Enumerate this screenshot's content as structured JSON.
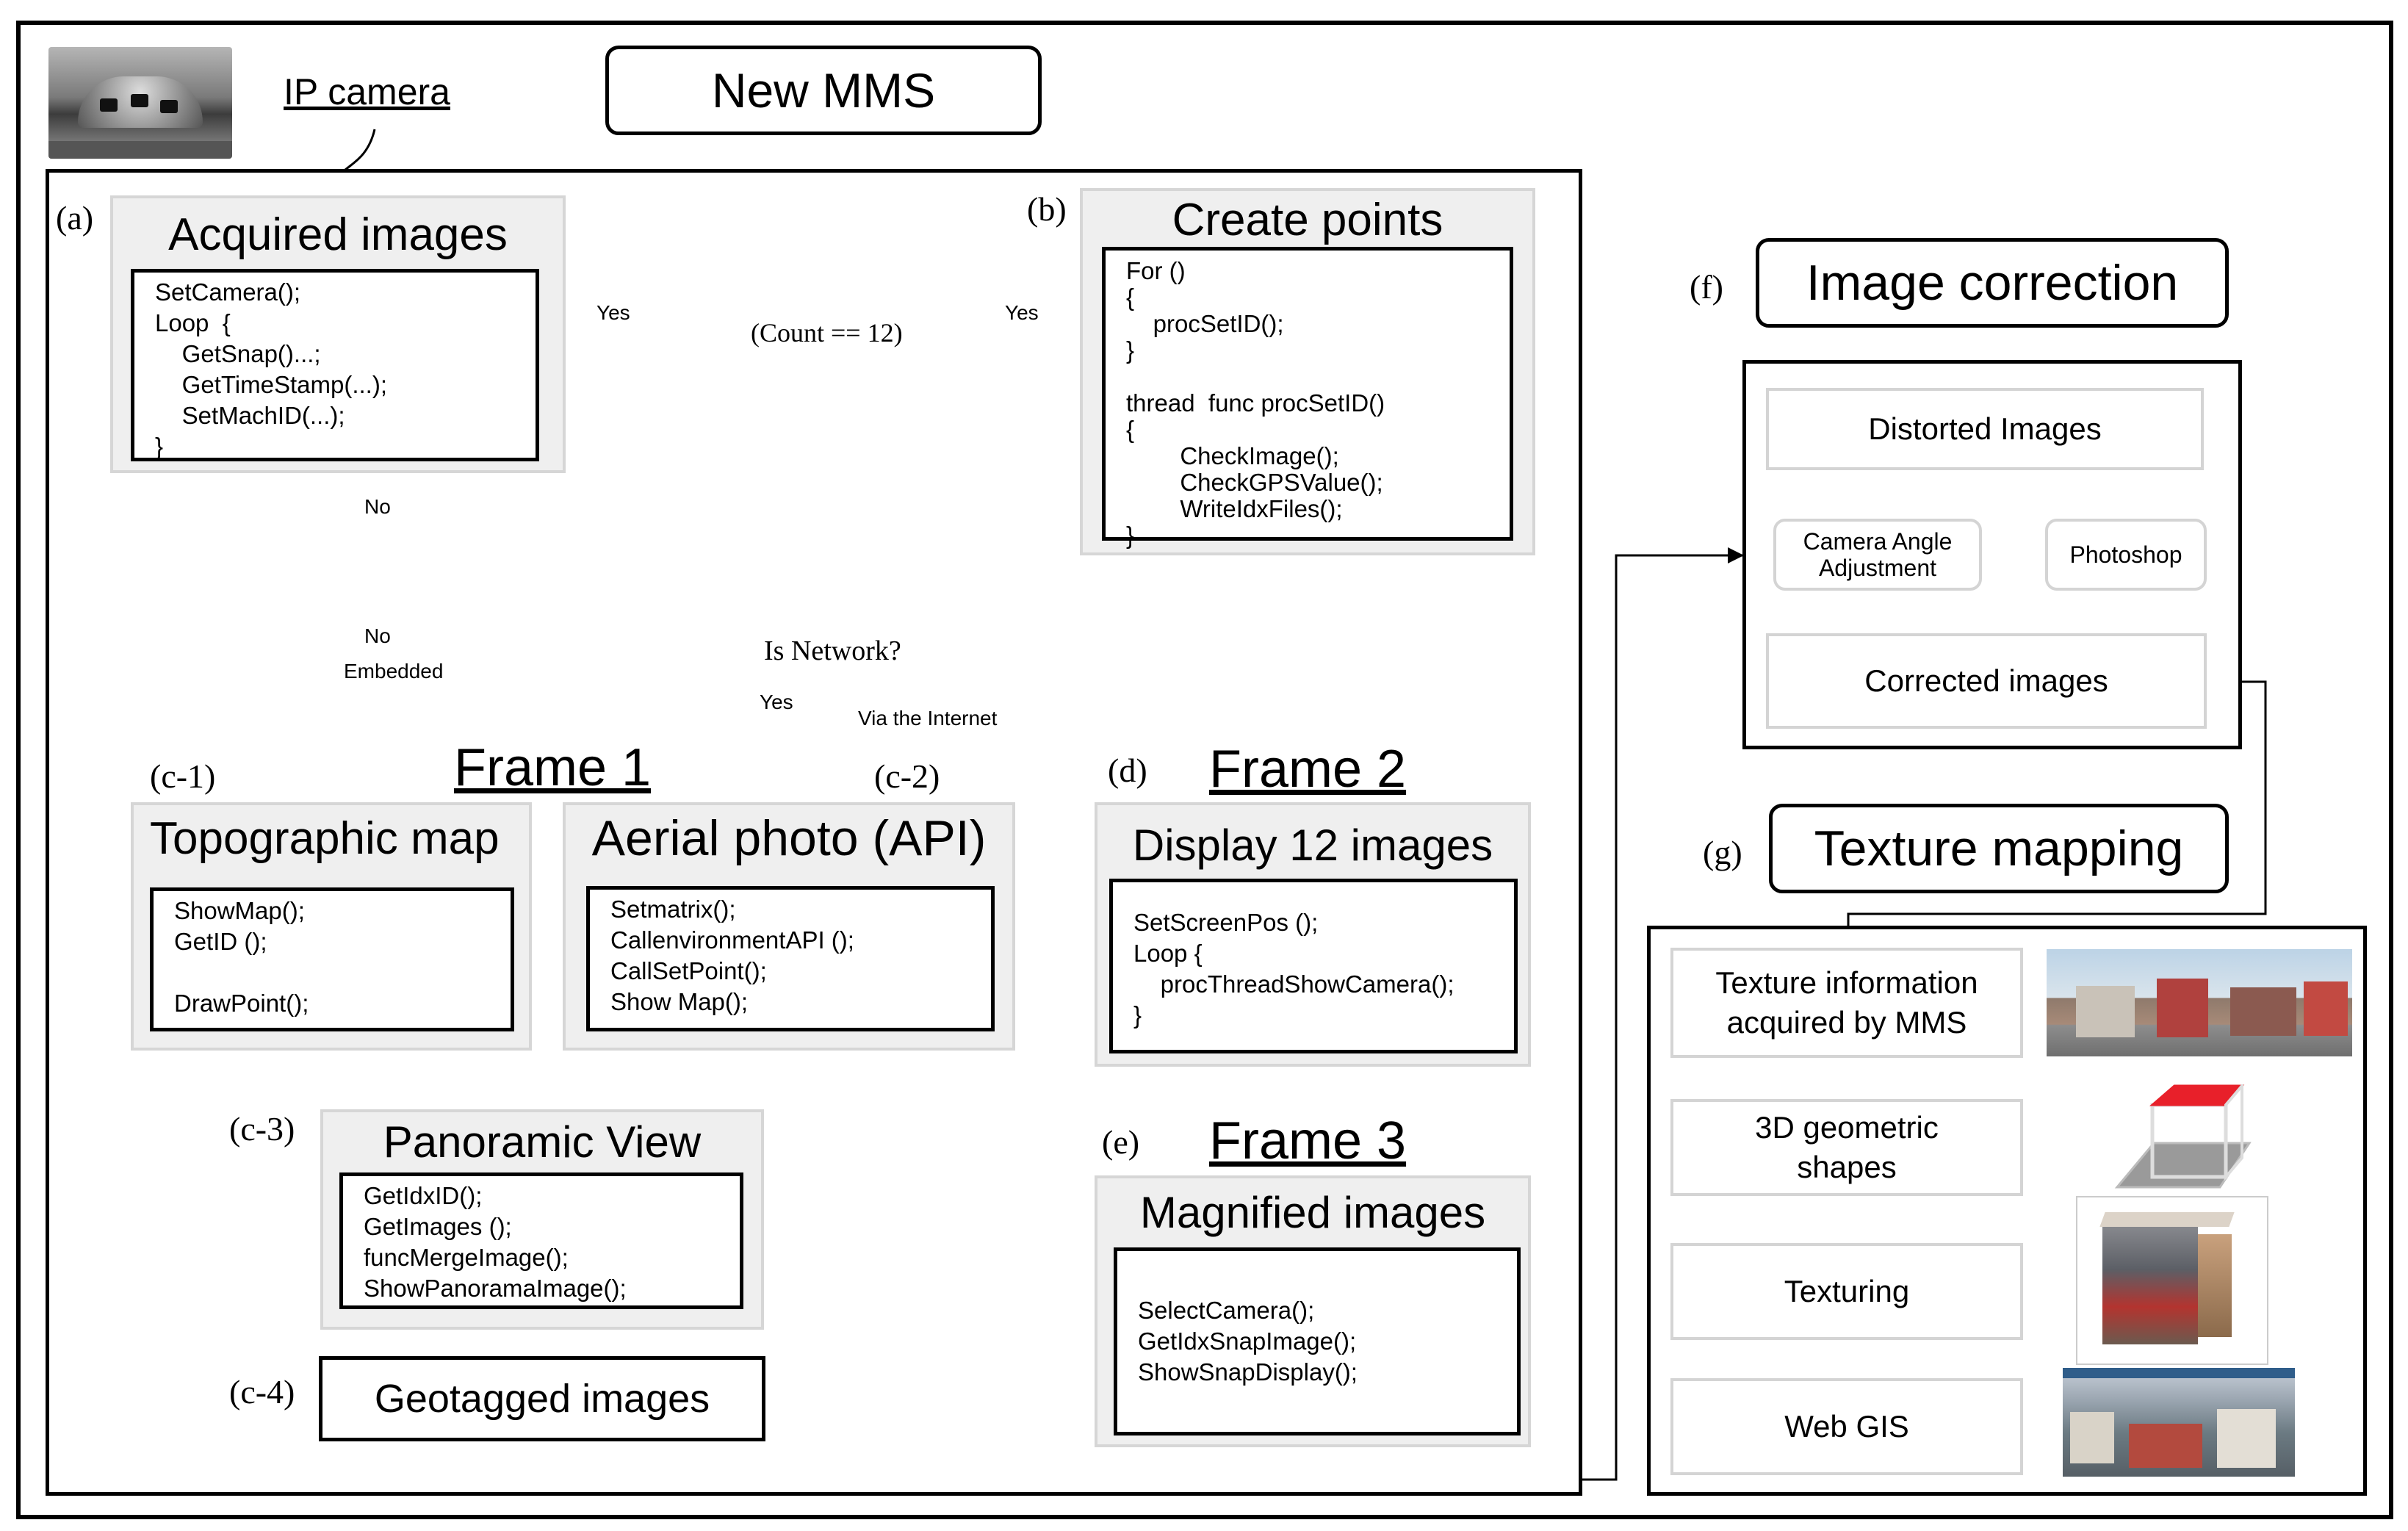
{
  "header": {
    "camera_label": "IP camera",
    "title": "New MMS"
  },
  "a": {
    "tag": "(a)",
    "title": "Acquired images",
    "code": "SetCamera();\nLoop  {\n    GetSnap()...;\n    GetTimeStamp(...);\n    SetMachID(...);\n}"
  },
  "decision_count": "(Count == 12)",
  "yes1": "Yes",
  "yes2": "Yes",
  "no1": "No",
  "b": {
    "tag": "(b)",
    "title": "Create points",
    "code": "For ()\n{\n    procSetID();\n}\n\nthread  func procSetID()\n{\n        CheckImage();\n        CheckGPSValue();\n        WriteIdxFiles();\n}"
  },
  "decision_network": "Is Network?",
  "no2": "No",
  "embedded": "Embedded",
  "yes3": "Yes",
  "via_internet": "Via the Internet",
  "frame1": "Frame 1",
  "c1": {
    "tag": "(c-1)",
    "title": "Topographic map",
    "code": "ShowMap();\nGetID ();\n\nDrawPoint();"
  },
  "c2": {
    "tag": "(c-2)",
    "title": "Aerial photo (API)",
    "code": "Setmatrix();\nCallenvironmentAPI ();\nCallSetPoint();\nShow Map();"
  },
  "c3": {
    "tag": "(c-3)",
    "title": "Panoramic View",
    "code": "GetIdxID();\nGetImages ();\nfuncMergeImage();\nShowPanoramaImage();"
  },
  "c4": {
    "tag": "(c-4)",
    "title": "Geotagged images"
  },
  "d": {
    "tag": "(d)",
    "frame": "Frame 2",
    "title": "Display 12 images",
    "code": "SetScreenPos ();\nLoop {\n    procThreadShowCamera();\n}"
  },
  "e": {
    "tag": "(e)",
    "frame": "Frame 3",
    "title": "Magnified images",
    "code": "SelectCamera();\nGetIdxSnapImage();\nShowSnapDisplay();"
  },
  "f": {
    "tag": "(f)",
    "title": "Image correction",
    "distorted": "Distorted Images",
    "camera_angle": "Camera Angle\nAdjustment",
    "photoshop": "Photoshop",
    "corrected": "Corrected images"
  },
  "g": {
    "tag": "(g)",
    "title": "Texture mapping",
    "texture_info": "Texture information\nacquired by MMS",
    "shapes": "3D geometric\nshapes",
    "texturing": "Texturing",
    "webgis": "Web GIS"
  }
}
